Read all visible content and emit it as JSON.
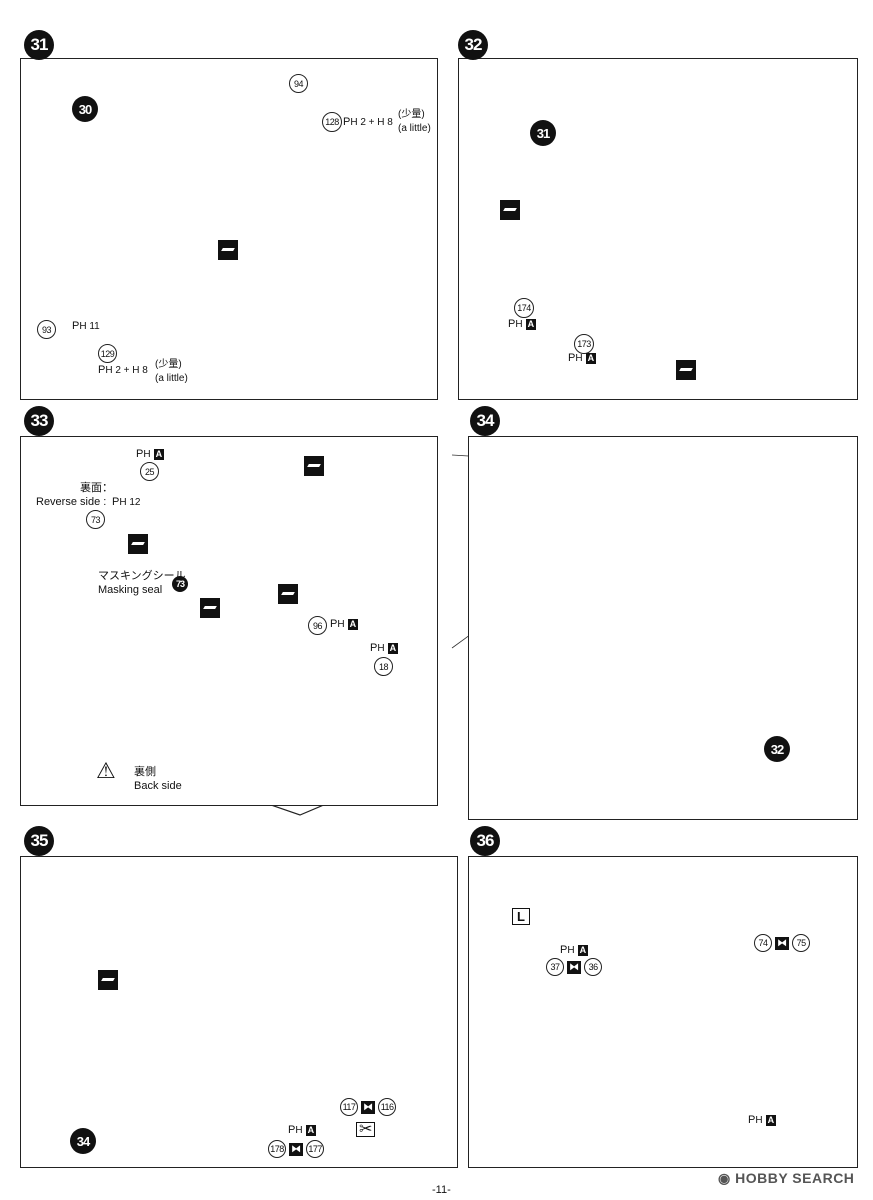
{
  "page_number": "-11-",
  "watermark": "HOBBY SEARCH",
  "steps": [
    "31",
    "32",
    "33",
    "34",
    "35",
    "36"
  ],
  "step31": {
    "refs": [
      "30"
    ],
    "parts": [
      "94",
      "128",
      "93",
      "129"
    ],
    "paint_top": "H 2 + H 8",
    "paint_top_jp": "(少量)",
    "paint_top_en": "(a little)",
    "paint_93": "H 11",
    "paint_bottom": "H 2 + H 8",
    "paint_bottom_jp": "(少量)",
    "paint_bottom_en": "(a little)"
  },
  "step32": {
    "refs": [
      "31"
    ],
    "parts": [
      "174",
      "173"
    ],
    "paint_174": "A",
    "paint_173": "A"
  },
  "step33": {
    "parts": [
      "25",
      "73",
      "96",
      "18"
    ],
    "paint_25": "A",
    "reverse_jp": "裏面：",
    "reverse_en": "Reverse side :",
    "reverse_paint": "H 12",
    "masking_jp": "マスキングシール",
    "masking_en": "Masking seal",
    "masking_ref": "73",
    "paint_96": "A",
    "paint_18": "A",
    "back_jp": "裏側",
    "back_en": "Back side"
  },
  "step34": {
    "refs": [
      "32"
    ]
  },
  "step35": {
    "refs": [
      "34"
    ],
    "parts_a": [
      "117",
      "116"
    ],
    "parts_b": [
      "178",
      "177"
    ],
    "paint_178": "A"
  },
  "step36": {
    "side": "L",
    "parts_a": [
      "37",
      "36"
    ],
    "parts_b": [
      "74",
      "75"
    ],
    "paint_37": "A",
    "paint_74": "A"
  }
}
